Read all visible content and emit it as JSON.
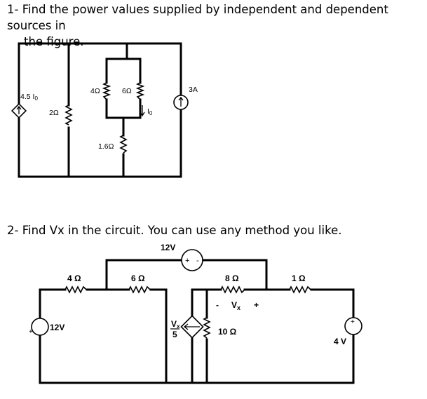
{
  "problem1": {
    "number": "1-",
    "text_line1": "Find the power values supplied by independent and dependent sources in",
    "text_line2": "the figure.",
    "labels": {
      "dep_source": "4.5 I",
      "dep_source_sub": "0",
      "r_left": "2Ω",
      "r_top_left": "4Ω",
      "r_top_right": "6Ω",
      "current_label": "I",
      "current_label_sub": "0",
      "r_middle": "1.6Ω",
      "current_source": "3A"
    }
  },
  "problem2": {
    "number": "2-",
    "text": "Find Vx in the circuit. You can use any method you like.",
    "labels": {
      "v_top": "12V",
      "plus": "+",
      "minus": "-",
      "r1": "4 Ω",
      "r2": "6 Ω",
      "r3": "8 Ω",
      "r4": "1 Ω",
      "vx_minus": "-",
      "vx": "V",
      "vx_sub": "x",
      "vx_plus": "+",
      "v_left": "12V",
      "dep_num": "V",
      "dep_num_sub": "x",
      "dep_den": "5",
      "r5": "10 Ω",
      "v_right": "4 V"
    }
  }
}
